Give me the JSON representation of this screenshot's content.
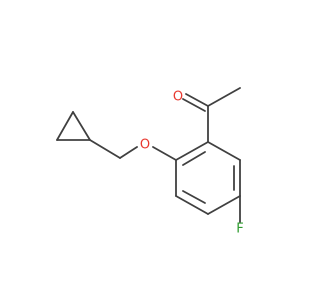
{
  "structure": {
    "atoms": [
      {
        "symbol": "O",
        "role": "carbonyl-oxygen",
        "color": "#e8382f"
      },
      {
        "symbol": "O",
        "role": "ether-oxygen",
        "color": "#e8382f"
      },
      {
        "symbol": "F",
        "role": "fluorine",
        "color": "#2f9c2f"
      }
    ],
    "bond_color": "#404040"
  }
}
